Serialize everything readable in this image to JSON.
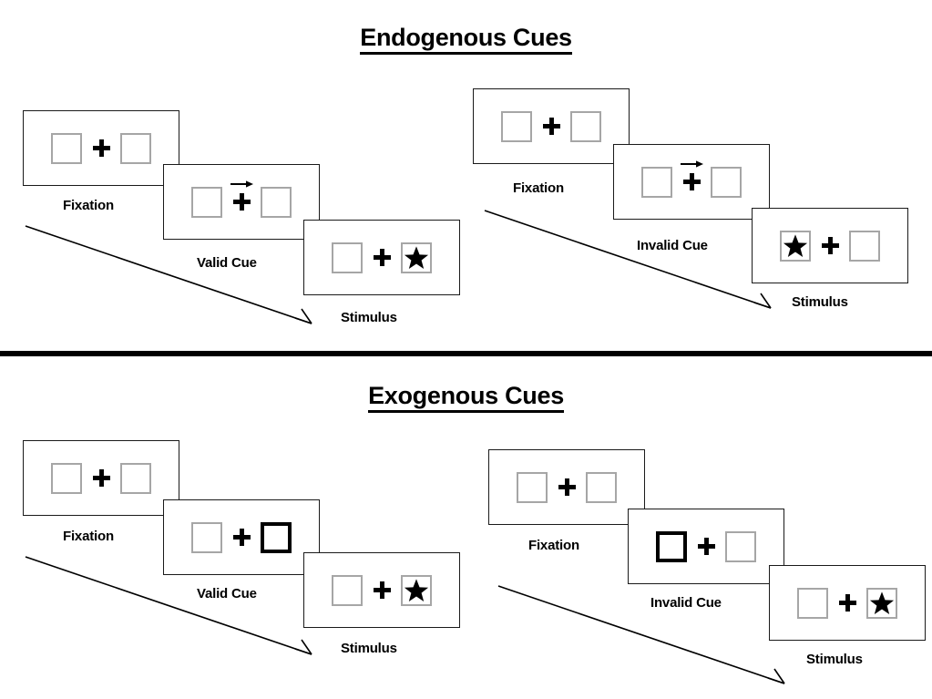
{
  "figure": {
    "title_endogenous": "Endogenous Cues",
    "title_exogenous": "Exogenous Cues",
    "divider_color": "#000000",
    "box_border_color": "#a6a6a6",
    "cued_box_border_color": "#000000",
    "frame_border_color": "#1a1a1a"
  },
  "sections": [
    {
      "name": "endogenous",
      "title": "Endogenous Cues",
      "cue_type": "arrow",
      "sequences": [
        {
          "name": "valid",
          "panels": [
            {
              "caption": "Fixation",
              "left_box": {
                "cued": false,
                "stimulus": "none"
              },
              "right_box": {
                "cued": false,
                "stimulus": "none"
              },
              "arrow_cue": "none"
            },
            {
              "caption": "Valid Cue",
              "left_box": {
                "cued": false,
                "stimulus": "none"
              },
              "right_box": {
                "cued": false,
                "stimulus": "none"
              },
              "arrow_cue": "right"
            },
            {
              "caption": "Stimulus",
              "left_box": {
                "cued": false,
                "stimulus": "none"
              },
              "right_box": {
                "cued": false,
                "stimulus": "star"
              },
              "arrow_cue": "none"
            }
          ]
        },
        {
          "name": "invalid",
          "panels": [
            {
              "caption": "Fixation",
              "left_box": {
                "cued": false,
                "stimulus": "none"
              },
              "right_box": {
                "cued": false,
                "stimulus": "none"
              },
              "arrow_cue": "none"
            },
            {
              "caption": "Invalid Cue",
              "left_box": {
                "cued": false,
                "stimulus": "none"
              },
              "right_box": {
                "cued": false,
                "stimulus": "none"
              },
              "arrow_cue": "right"
            },
            {
              "caption": "Stimulus",
              "left_box": {
                "cued": false,
                "stimulus": "star"
              },
              "right_box": {
                "cued": false,
                "stimulus": "none"
              },
              "arrow_cue": "none"
            }
          ]
        }
      ]
    },
    {
      "name": "exogenous",
      "title": "Exogenous Cues",
      "cue_type": "box-highlight",
      "sequences": [
        {
          "name": "valid",
          "panels": [
            {
              "caption": "Fixation",
              "left_box": {
                "cued": false,
                "stimulus": "none"
              },
              "right_box": {
                "cued": false,
                "stimulus": "none"
              },
              "arrow_cue": "none"
            },
            {
              "caption": "Valid Cue",
              "left_box": {
                "cued": false,
                "stimulus": "none"
              },
              "right_box": {
                "cued": true,
                "stimulus": "none"
              },
              "arrow_cue": "none"
            },
            {
              "caption": "Stimulus",
              "left_box": {
                "cued": false,
                "stimulus": "none"
              },
              "right_box": {
                "cued": false,
                "stimulus": "star"
              },
              "arrow_cue": "none"
            }
          ]
        },
        {
          "name": "invalid",
          "panels": [
            {
              "caption": "Fixation",
              "left_box": {
                "cued": false,
                "stimulus": "none"
              },
              "right_box": {
                "cued": false,
                "stimulus": "none"
              },
              "arrow_cue": "none"
            },
            {
              "caption": "Invalid Cue",
              "left_box": {
                "cued": true,
                "stimulus": "none"
              },
              "right_box": {
                "cued": false,
                "stimulus": "none"
              },
              "arrow_cue": "none"
            },
            {
              "caption": "Stimulus",
              "left_box": {
                "cued": false,
                "stimulus": "none"
              },
              "right_box": {
                "cued": false,
                "stimulus": "star"
              },
              "arrow_cue": "none"
            }
          ]
        }
      ]
    }
  ]
}
